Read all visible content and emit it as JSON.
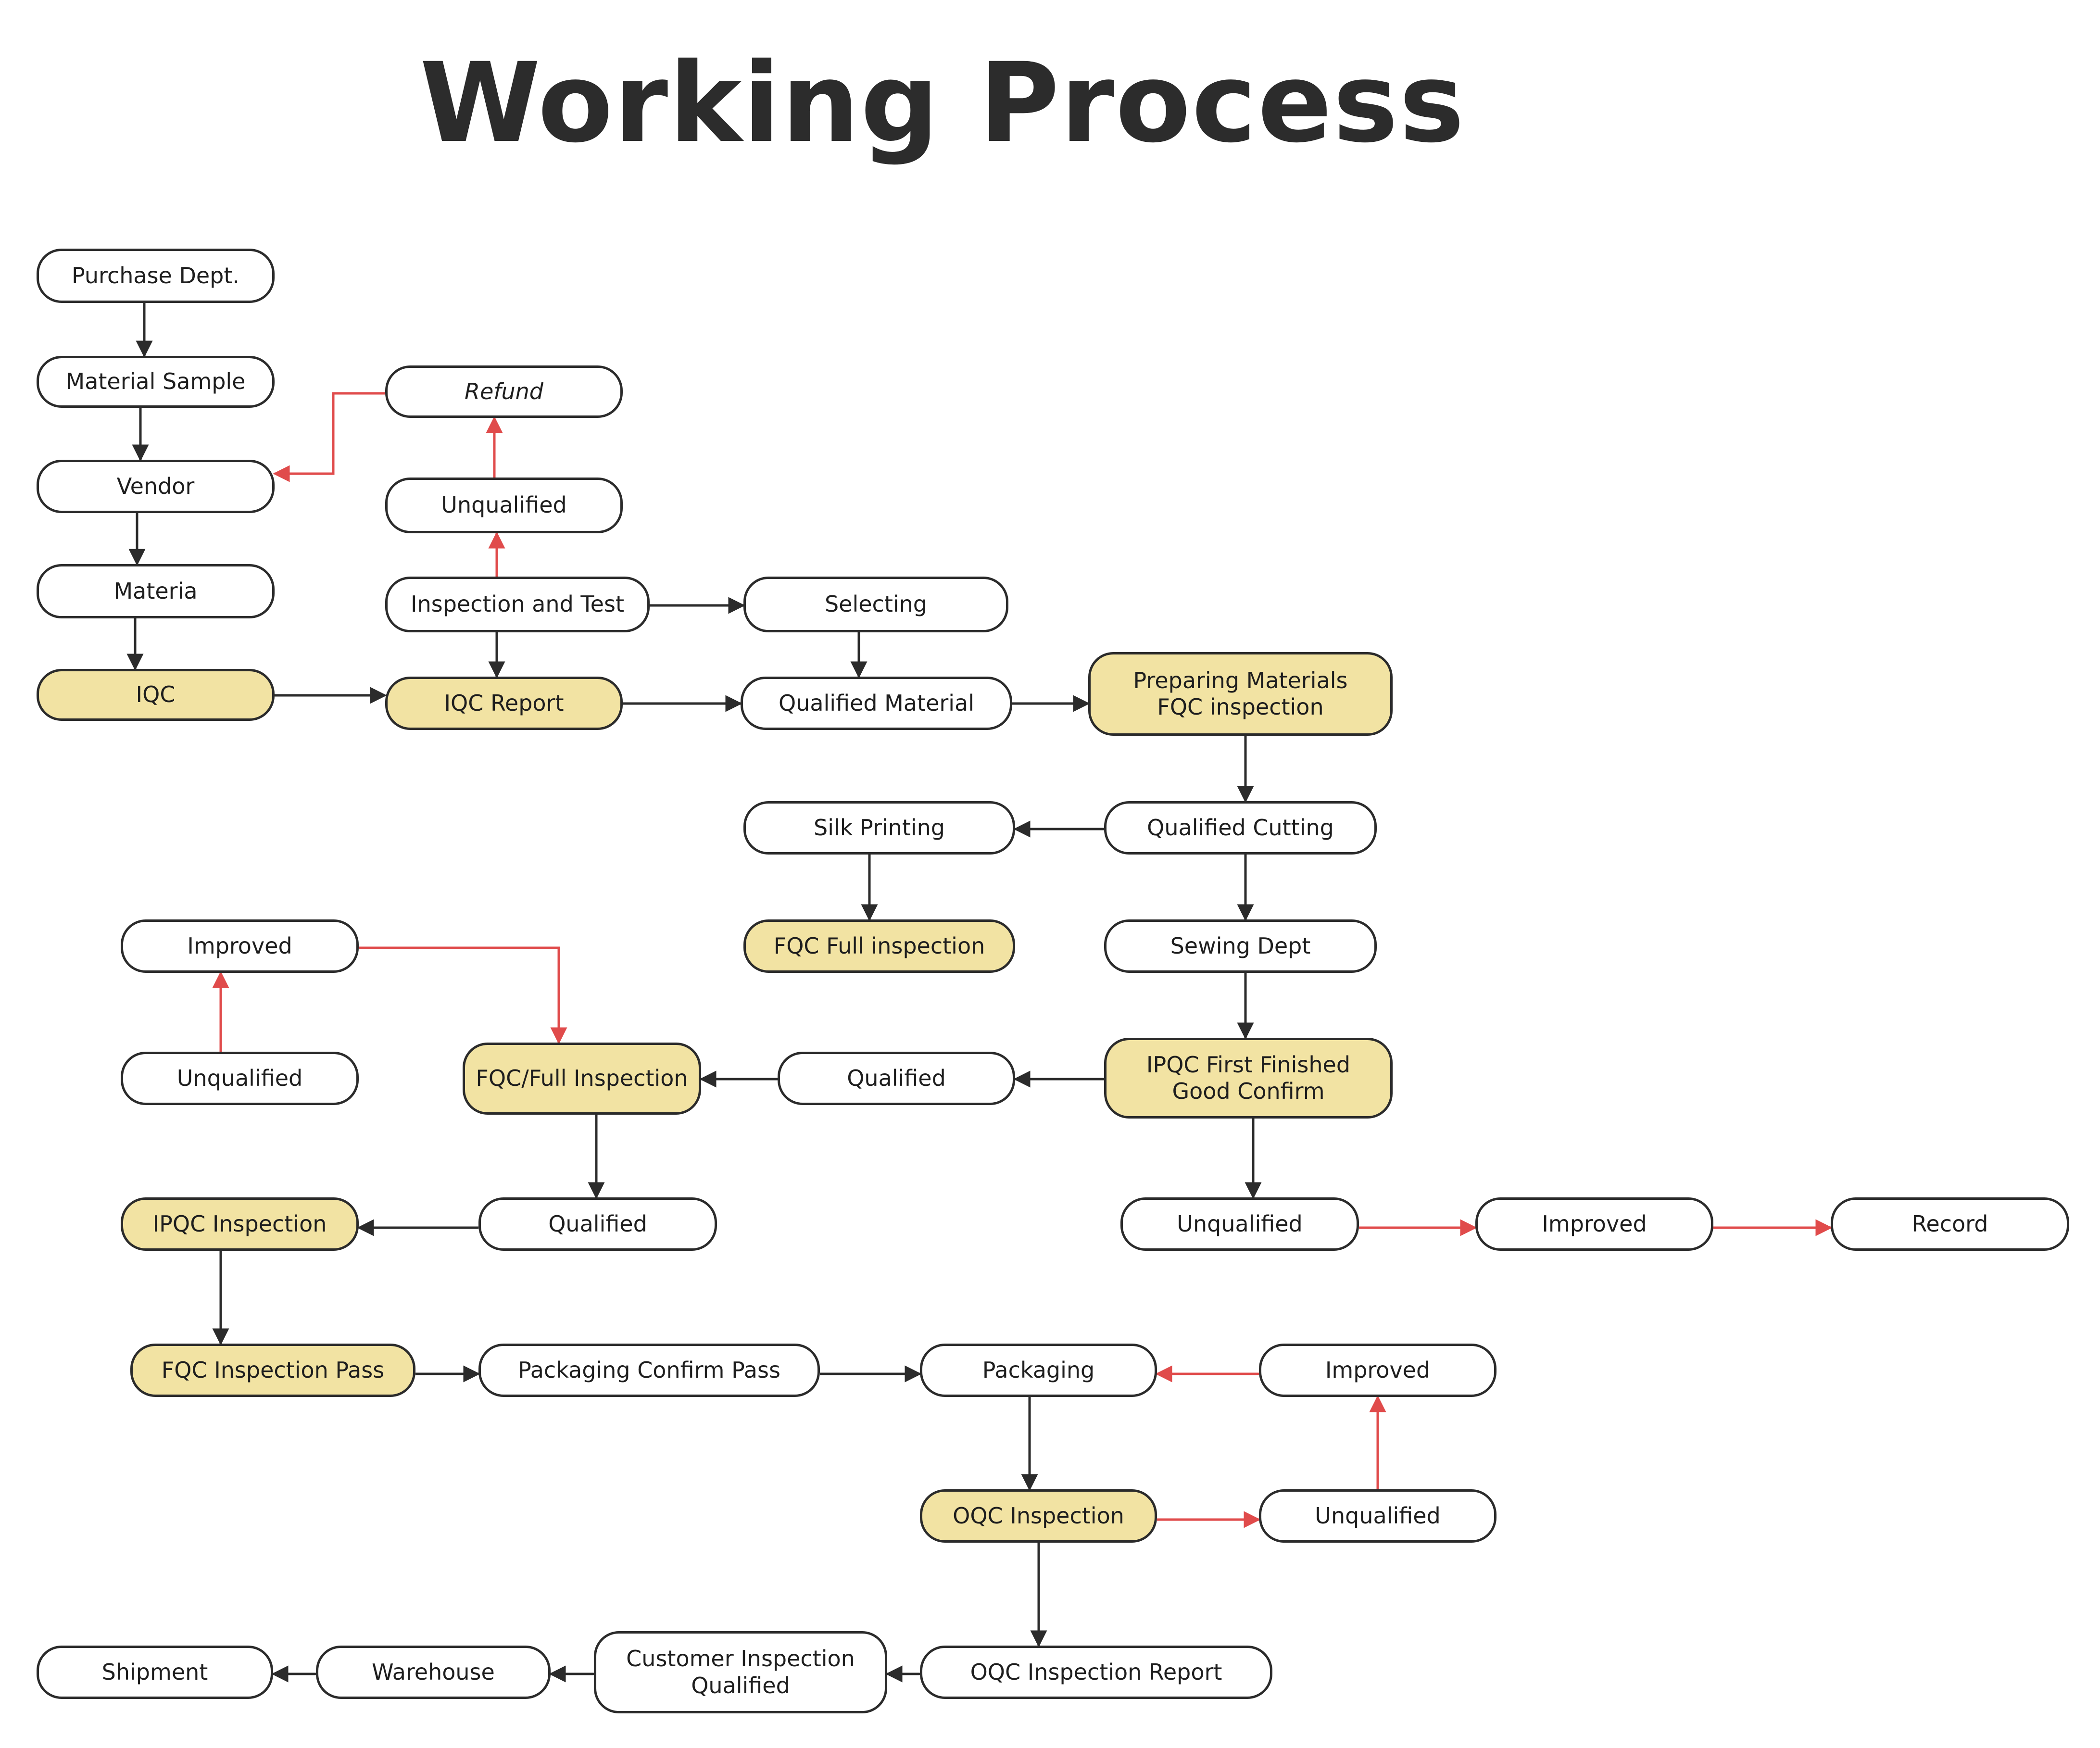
{
  "title": "Working Process",
  "colors": {
    "highlight_fill": "#f2e3a3",
    "node_fill": "#ffffff",
    "border": "#2b2b2b",
    "flow_arrow": "#2b2b2b",
    "unqualified_arrow": "#e04b4b"
  },
  "nodes": {
    "purchase_dept": "Purchase Dept.",
    "material_sample": "Material Sample",
    "vendor": "Vendor",
    "materia": "Materia",
    "iqc": "IQC",
    "refund": "Refund",
    "unqualified_iqc": "Unqualified",
    "inspection_test": "Inspection and Test",
    "iqc_report": "IQC Report",
    "selecting": "Selecting",
    "qualified_material": "Qualified Material",
    "preparing_materials": "Preparing Materials\nFQC inspection",
    "qualified_cutting": "Qualified Cutting",
    "silk_printing": "Silk Printing",
    "fqc_full_inspection": "FQC Full inspection",
    "sewing_dept": "Sewing Dept",
    "improved_fqc": "Improved",
    "unqualified_fqc": "Unqualified",
    "fqc_full_inspection_2": "FQC/Full Inspection",
    "qualified_ipqc": "Qualified",
    "ipqc_first_finished": "IPQC First Finished\nGood Confirm",
    "qualified_fqc": "Qualified",
    "ipqc_inspection": "IPQC Inspection",
    "unqualified_ipqc": "Unqualified",
    "improved_ipqc": "Improved",
    "record": "Record",
    "fqc_inspection_pass": "FQC Inspection Pass",
    "packaging_confirm_pass": "Packaging Confirm Pass",
    "packaging": "Packaging",
    "improved_oqc": "Improved",
    "oqc_inspection": "OQC Inspection",
    "unqualified_oqc": "Unqualified",
    "oqc_inspection_report": "OQC Inspection Report",
    "customer_inspection": "Customer Inspection\nQualified",
    "warehouse": "Warehouse",
    "shipment": "Shipment"
  }
}
